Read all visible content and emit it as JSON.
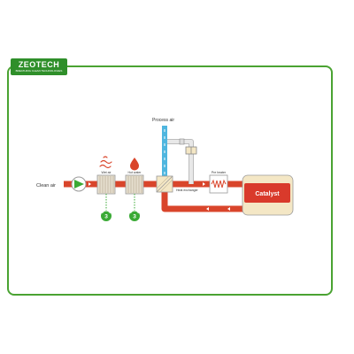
{
  "brand": {
    "name": "ZEOTECH",
    "tagline": "BREATHING CLEAN TECHNOLOGIES"
  },
  "diagram": {
    "labels": {
      "clean_air": "Clean air",
      "process_air": "Process air",
      "wet_air": "Wet air",
      "hot_water": "Hot water",
      "heat_exchanger": "Heat exchanger",
      "pre_heater": "Pre heater",
      "catalyst": "Catalyst"
    },
    "badges": [
      "3",
      "3"
    ],
    "colors": {
      "flow_main": "#d9452b",
      "flow_process": "#4fb6df",
      "bypass_duct": "#e8e8e8",
      "catalyst": "#d93a2b",
      "catalyst_inner": "#f4e7c5",
      "fan": "#3aaa35",
      "brand": "#2f8f2a",
      "frame": "#4aa332"
    },
    "icons": [
      "fan-icon",
      "steam-icon",
      "water-drop-icon",
      "recycle-icon",
      "valve-icon"
    ]
  }
}
